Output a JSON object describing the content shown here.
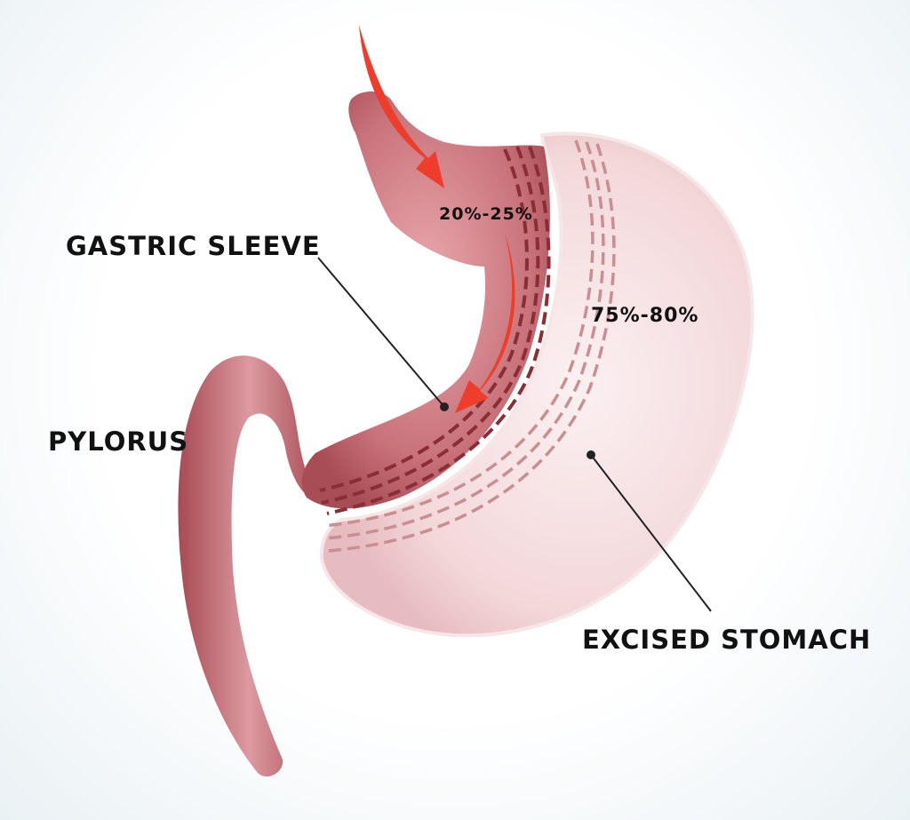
{
  "labels": {
    "gastric_sleeve": "GASTRIC SLEEVE",
    "pylorus": "PYLORUS",
    "excised_stomach": "EXCISED STOMACH",
    "sleeve_percent": "20%-25%",
    "excised_percent": "75%-80%"
  },
  "colors": {
    "sleeve": "#c46a72",
    "sleeve_dark": "#9d3f48",
    "excised": "#f2d6d8",
    "arrow": "#ee3d2a",
    "staple_dark": "#8a2d34",
    "staple_light": "#c98e92"
  }
}
